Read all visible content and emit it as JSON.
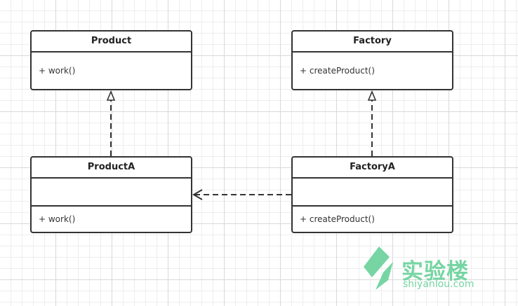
{
  "classes": {
    "product": {
      "name": "Product",
      "method": "+ work()"
    },
    "factory": {
      "name": "Factory",
      "method": "+ createProduct()"
    },
    "product_a": {
      "name": "ProductA",
      "method": "+ work()"
    },
    "factory_a": {
      "name": "FactoryA",
      "method": "+ createProduct()"
    }
  },
  "relations": [
    {
      "from": "ProductA",
      "to": "Product",
      "type": "realization"
    },
    {
      "from": "FactoryA",
      "to": "Factory",
      "type": "realization"
    },
    {
      "from": "FactoryA",
      "to": "ProductA",
      "type": "dependency"
    }
  ],
  "watermark": {
    "name": "实验楼",
    "domain": "shiyanlou.com",
    "color": "#76d5a3"
  },
  "colors": {
    "line": "#333333",
    "grid": "#d9d9d9"
  }
}
